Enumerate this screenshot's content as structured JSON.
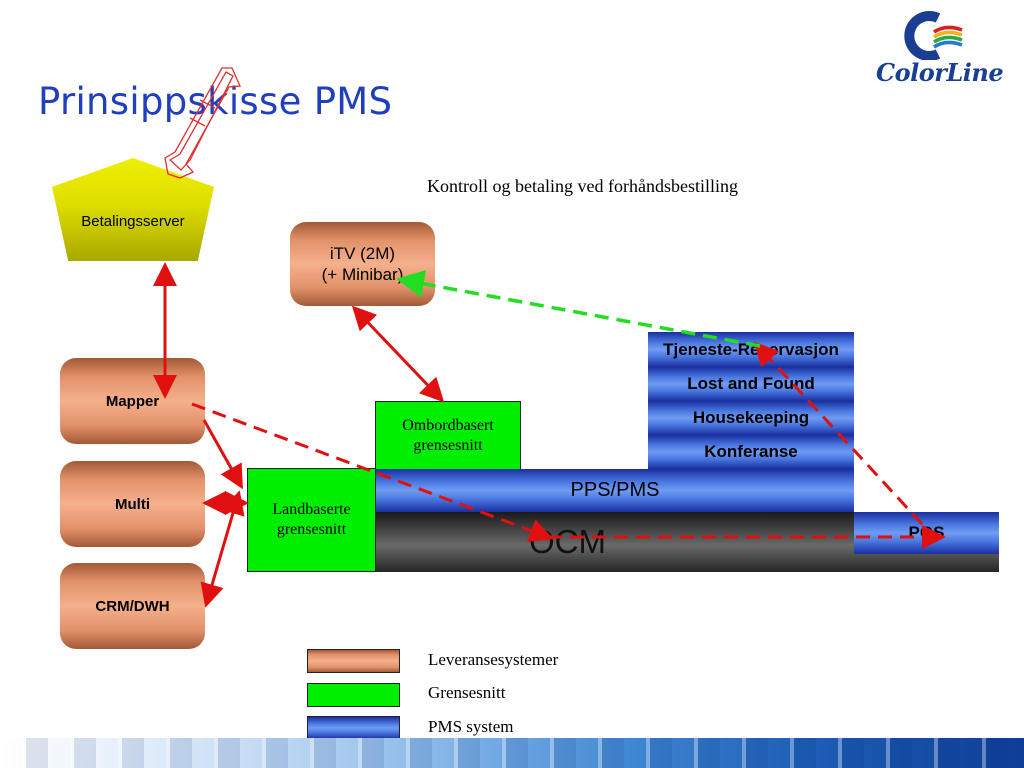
{
  "title": "Prinsippskisse PMS",
  "subtitle": "Kontroll og betaling ved forhåndsbestilling",
  "logo": {
    "text": "ColorLine"
  },
  "server": {
    "label": "Betalingsserver"
  },
  "delivery_systems": {
    "itv_line1": "iTV (2M)",
    "itv_line2": "(+ Minibar)",
    "mapper": "Mapper",
    "multi": "Multi",
    "crm": "CRM/DWH"
  },
  "interfaces": {
    "onboard_line1": "Ombordbasert",
    "onboard_line2": "grensesnitt",
    "land_line1": "Landbaserte",
    "land_line2": "grensesnitt"
  },
  "pms": {
    "modules": [
      "Tjeneste-Reservasjon",
      "Lost and Found",
      "Housekeeping",
      "Konferanse"
    ],
    "pps_pms": "PPS/PMS",
    "ocm": "OCM",
    "pos": "POS"
  },
  "legend": [
    {
      "label": "Leveransesystemer"
    },
    {
      "label": "Grensesnitt"
    },
    {
      "label": "PMS system"
    }
  ],
  "colors": {
    "title": "#1f3fbf",
    "arrow_red": "#e01010",
    "arrow_green": "#22dd22",
    "interface_green": "#00ee00",
    "pms_blue": "#4a78e0",
    "delivery_copper": "#e2926a",
    "server_yellow": "#dede00"
  }
}
